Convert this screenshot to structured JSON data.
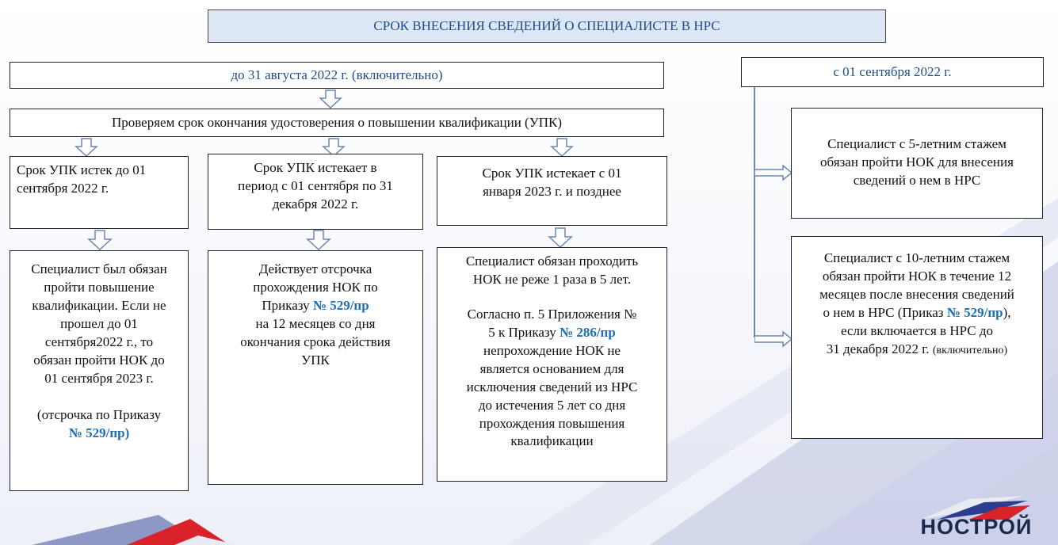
{
  "header": {
    "title": "СРОК ВНЕСЕНИЯ СВЕДЕНИЙ О СПЕЦИАЛИСТЕ В НРС"
  },
  "left_period": {
    "label": "до 31 августа 2022 г. (включительно)"
  },
  "right_period": {
    "label": "с 01 сентября 2022 г."
  },
  "check": {
    "label": "Проверяем срок окончания удостоверения о повышении квалификации (УПК)"
  },
  "col1": {
    "condition_l1": "Срок УПК истек до 01",
    "condition_l2": "сентября 2022 г.",
    "result_lines": [
      "Специалист был обязан",
      "пройти повышение",
      "квалификации. Если не",
      "прошел до 01",
      "сентября2022 г., то",
      "обязан пройти НОК до",
      "01 сентября 2023 г."
    ],
    "note_prefix": "(отсрочка по Приказу",
    "note_order": "№ 529/пр)"
  },
  "col2": {
    "condition_lines": [
      "Срок УПК истекает в",
      "период с 01 сентября по 31",
      "декабря 2022 г."
    ],
    "result_l1": "Действует отсрочка",
    "result_l2": "прохождения НОК по",
    "result_l3_prefix": "Приказу ",
    "result_l3_order": "№ 529/пр",
    "result_tail": [
      "на 12 месяцев со дня",
      "окончания срока действия",
      "УПК"
    ]
  },
  "col3": {
    "condition_lines": [
      "Срок УПК истекает с 01",
      "января 2023 г. и позднее"
    ],
    "result_p1": [
      "Специалист обязан проходить",
      "НОК не реже 1 раза в 5 лет."
    ],
    "result_p2_l1": "Согласно п. 5 Приложения №",
    "result_p2_l2_prefix": "5 к Приказу ",
    "result_p2_l2_order": "№ 286/пр",
    "result_p2_tail": [
      "непрохождение НОК не",
      "является основанием для",
      "исключения сведений из НРС",
      "до истечения 5 лет со дня",
      "прохождения повышения",
      "квалификации"
    ]
  },
  "right1": {
    "lines": [
      "Специалист с 5-летним стажем",
      "обязан пройти НОК для внесения",
      "сведений о нем в НРС"
    ]
  },
  "right2": {
    "lines": [
      "Специалист с 10-летним стажем",
      "обязан пройти НОК в течение 12",
      "месяцев после внесения сведений"
    ],
    "l4_prefix": "о нем в НРС (Приказ ",
    "l4_order": "№ 529/пр",
    "l4_suffix": "),",
    "l5": "если включается в НРС до",
    "l6_main": "31 декабря 2022 г. ",
    "l6_small": "(включительно)"
  },
  "logo": {
    "text": "НОСТРОЙ"
  },
  "colors": {
    "header_bg": "#dce6f4",
    "accent_blue": "#1e6fb8",
    "connector": "#6b86b5"
  }
}
